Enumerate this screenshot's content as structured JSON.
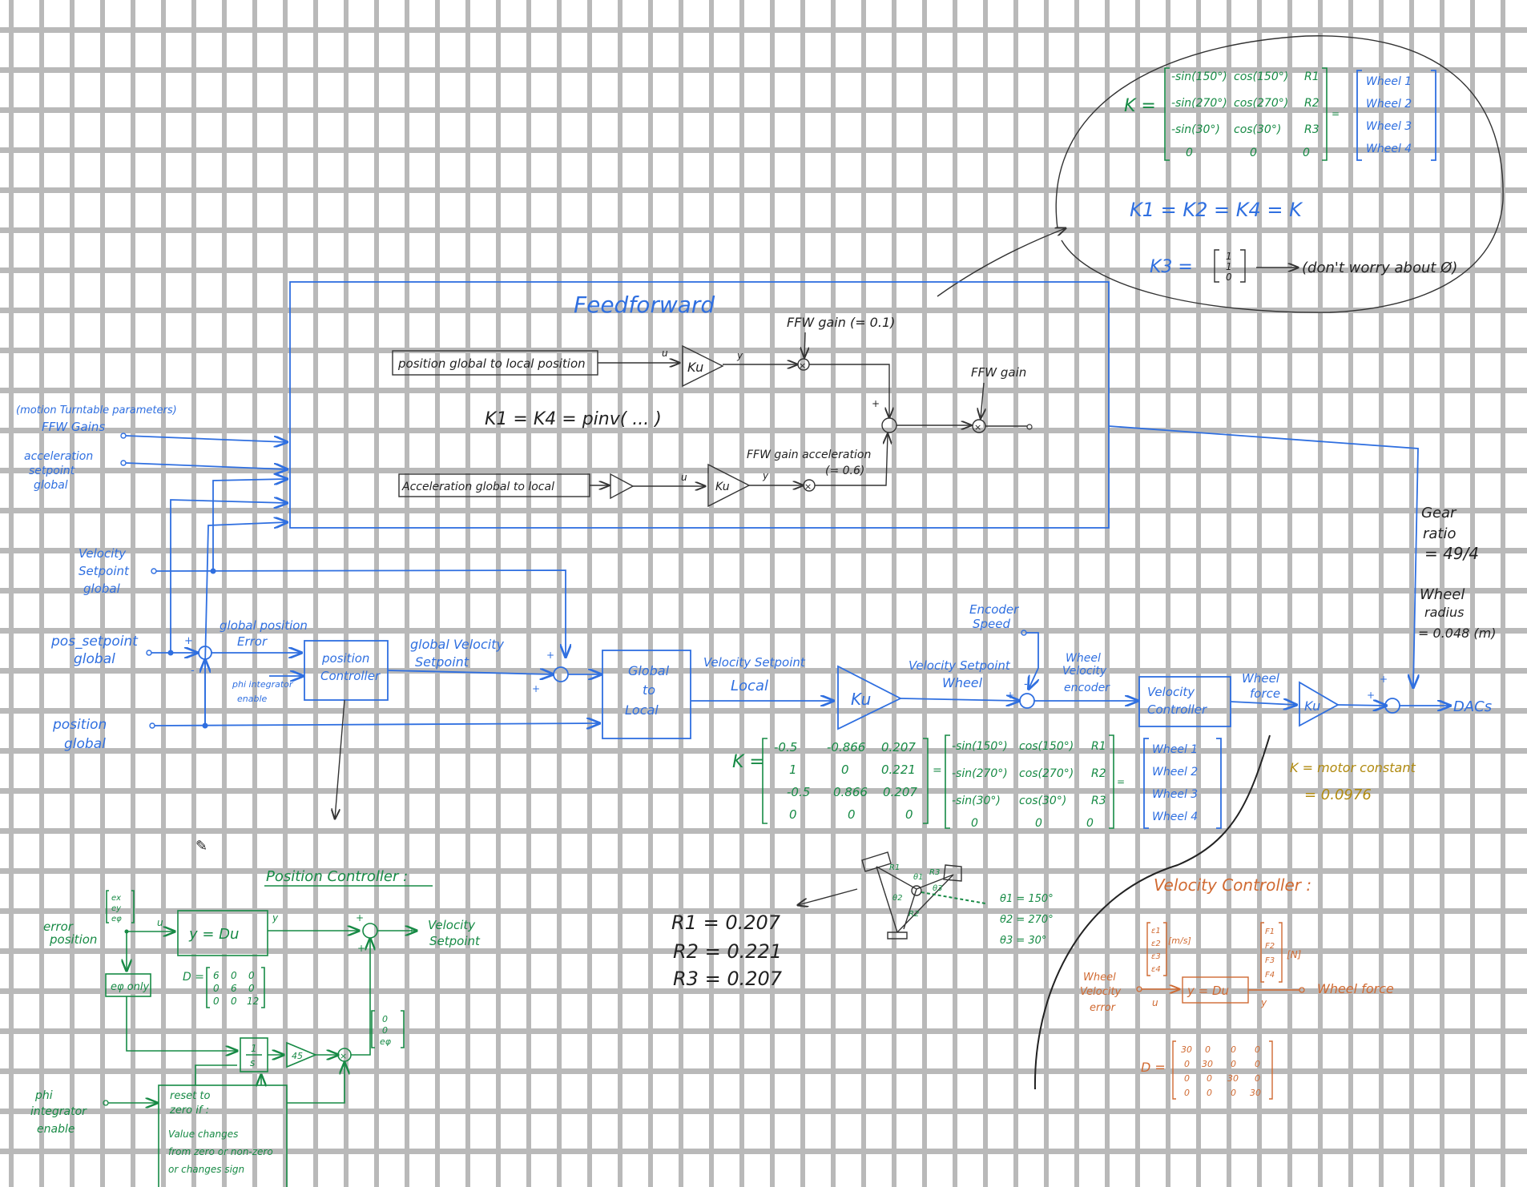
{
  "feedforward": {
    "title": "Feedforward",
    "pos_block": "position global to local position",
    "acc_block": "Acceleration global to local",
    "ku": "Ku",
    "ffw_gain": "FFW gain (= 0.1)",
    "ffw_gain_2": "FFW gain",
    "ffw_gain_acc": "FFW gain acceleration",
    "ffw_gain_acc_val": "(= 0.6)",
    "k_eq": "K1 = K4 = pinv( ... )",
    "u": "u",
    "y": "y",
    "plus": "+"
  },
  "inputs": {
    "ffw_gains_note": "(motion Turntable parameters)",
    "ffw_gains": "FFW Gains",
    "acc_setpoint": [
      "acceleration",
      "setpoint",
      "global"
    ],
    "vel_setpoint": [
      "Velocity",
      "Setpoint",
      "global"
    ],
    "pos_setpoint": [
      "pos_setpoint",
      "global"
    ],
    "position_global": [
      "position",
      "global"
    ]
  },
  "main_loop": {
    "global_pos_error": [
      "global position",
      "Error"
    ],
    "position_controller": [
      "position",
      "Controller"
    ],
    "phi_integrator": [
      "phi integrator",
      "enable"
    ],
    "global_vel_setpoint": [
      "global Velocity",
      "Setpoint"
    ],
    "global_to_local": [
      "Global",
      "to",
      "Local"
    ],
    "vel_setpoint_local": [
      "Velocity Setpoint",
      "Local"
    ],
    "vel_setpoint_wheel": [
      "Velocity Setpoint",
      "Wheel"
    ],
    "encoder_speed": [
      "Encoder",
      "Speed"
    ],
    "wheel_vel_encoder": [
      "Wheel",
      "Velocity",
      "encoder"
    ],
    "velocity_controller": [
      "Velocity",
      "Controller"
    ],
    "wheel_force": [
      "Wheel",
      "force"
    ],
    "dacs": "DACs",
    "gear_ratio": [
      "Gear",
      "ratio",
      "= 49/4"
    ],
    "wheel_radius": [
      "Wheel",
      "radius",
      "= 0.048 (m)"
    ],
    "motor_constant": [
      "K = motor constant",
      "= 0.0976"
    ],
    "minus": "-"
  },
  "k_matrix_main": {
    "label": "K =",
    "values": [
      [
        "-0.5",
        "-0.866",
        "0.207"
      ],
      [
        "1",
        "0",
        "0.221"
      ],
      [
        "-0.5",
        "0.866",
        "0.207"
      ],
      [
        "0",
        "0",
        "0"
      ]
    ],
    "symbolic": [
      [
        "-sin(150°)",
        "cos(150°)",
        "R1"
      ],
      [
        "-sin(270°)",
        "cos(270°)",
        "R2"
      ],
      [
        "-sin(30°)",
        "cos(30°)",
        "R3"
      ],
      [
        "0",
        "0",
        "0"
      ]
    ],
    "wheels": [
      "Wheel 1",
      "Wheel 2",
      "Wheel 3",
      "Wheel 4"
    ]
  },
  "k_matrix_top": {
    "label": "K =",
    "symbolic": [
      [
        "-sin(150°)",
        "cos(150°)",
        "R1"
      ],
      [
        "-sin(270°)",
        "cos(270°)",
        "R2"
      ],
      [
        "-sin(30°)",
        "cos(30°)",
        "R3"
      ],
      [
        "0",
        "0",
        "0"
      ]
    ],
    "wheels": [
      "Wheel 1",
      "Wheel 2",
      "Wheel 3",
      "Wheel 4"
    ],
    "k_eq": "K1 = K2 = K4 = K",
    "k3": "K3 =",
    "k3_vec": [
      "1",
      "1",
      "0"
    ],
    "k3_note": "(don't worry about Ø)"
  },
  "position_controller_detail": {
    "title": "Position Controller :",
    "error_position": [
      "error",
      "position"
    ],
    "err_vec": [
      "ex",
      "ey",
      "eφ"
    ],
    "u": "u",
    "y": "y",
    "y_eq": "y = Du",
    "d_label": "D =",
    "d_matrix": [
      [
        "6",
        "0",
        "0"
      ],
      [
        "0",
        "6",
        "0"
      ],
      [
        "0",
        "0",
        "12"
      ]
    ],
    "ephi_only": "eφ only",
    "integrator": [
      "1",
      "s"
    ],
    "gain": "45",
    "out_vec": [
      "0",
      "0",
      "eφ"
    ],
    "velocity_setpoint": [
      "Velocity",
      "Setpoint"
    ],
    "phi_enable": [
      "phi",
      "integrator",
      "enable"
    ],
    "reset_text": [
      "reset to",
      "zero if :",
      "Value changes",
      "from zero or non-zero",
      "or changes sign"
    ],
    "plus": "+"
  },
  "radii": {
    "r1": "R1 = 0.207",
    "r2": "R2 = 0.221",
    "r3": "R3 = 0.207"
  },
  "geometry_sketch": {
    "theta1": "θ1 = 150°",
    "theta2": "θ2 = 270°",
    "theta3": "θ3 = 30°",
    "labels": [
      "R1",
      "R3",
      "R2",
      "θ1",
      "θ3",
      "θ2"
    ]
  },
  "velocity_controller_detail": {
    "title": "Velocity Controller :",
    "in_vec": [
      "ε1",
      "ε2",
      "ε3",
      "ε4"
    ],
    "in_unit": "[m/s]",
    "out_vec": [
      "F1",
      "F2",
      "F3",
      "F4"
    ],
    "out_unit": "[N]",
    "wheel_vel_error": [
      "Wheel",
      "Velocity",
      "error"
    ],
    "y_eq": "y = Du",
    "u": "u",
    "y": "y",
    "wheel_force": "Wheel force",
    "d_label": "D =",
    "d_matrix": [
      [
        "30",
        "0",
        "0",
        "0"
      ],
      [
        "0",
        "30",
        "0",
        "0"
      ],
      [
        "0",
        "0",
        "30",
        "0"
      ],
      [
        "0",
        "0",
        "0",
        "30"
      ]
    ]
  }
}
